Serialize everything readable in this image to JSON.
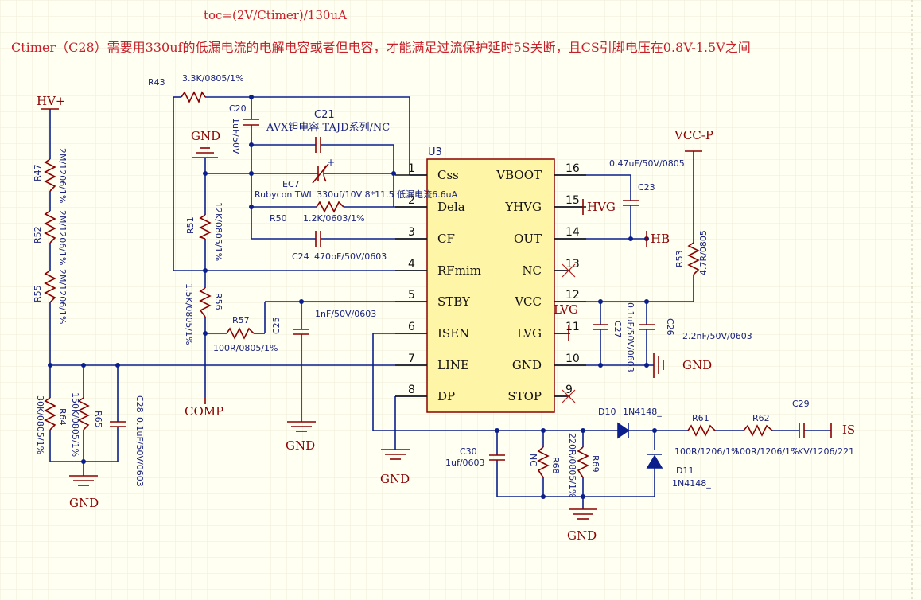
{
  "notes": {
    "formula": "toc=(2V/Ctimer)/130uA",
    "description": "Ctimer（C28）需要用330uf的低漏电流的电解电容或者但电容，才能满足过流保护延时5S关断，且CS引脚电压在0.8V-1.5V之间"
  },
  "ic": {
    "ref": "U3",
    "left_pins": [
      {
        "num": "1",
        "name": "Css"
      },
      {
        "num": "2",
        "name": "Dela"
      },
      {
        "num": "3",
        "name": "CF"
      },
      {
        "num": "4",
        "name": "RFmim"
      },
      {
        "num": "5",
        "name": "STBY"
      },
      {
        "num": "6",
        "name": "ISEN"
      },
      {
        "num": "7",
        "name": "LINE"
      },
      {
        "num": "8",
        "name": "DP"
      }
    ],
    "right_pins": [
      {
        "num": "16",
        "name": "VBOOT"
      },
      {
        "num": "15",
        "name": "YHVG"
      },
      {
        "num": "14",
        "name": "OUT"
      },
      {
        "num": "13",
        "name": "NC"
      },
      {
        "num": "12",
        "name": "VCC"
      },
      {
        "num": "11",
        "name": "LVG"
      },
      {
        "num": "10",
        "name": "GND"
      },
      {
        "num": "9",
        "name": "STOP"
      }
    ]
  },
  "nets": {
    "hv": "HV+",
    "gnd": "GND",
    "comp": "COMP",
    "vccp": "VCC-P",
    "hvg": "HVG",
    "hb": "HB",
    "lvg": "LVG",
    "is": "IS"
  },
  "components": {
    "r43": {
      "ref": "R43",
      "value": "3.3K/0805/1%"
    },
    "c20": {
      "ref": "C20",
      "value": "1uF/50V"
    },
    "c21": {
      "ref": "C21",
      "value": "AVX钽电容 TAJD系列/NC"
    },
    "ec7": {
      "ref": "EC7",
      "value": "Rubycon TWL 330uf/10V  8*11.5 低漏电流6.6uA",
      "polarity": "+"
    },
    "r50": {
      "ref": "R50",
      "value": "1.2K/0603/1%"
    },
    "c24": {
      "ref": "C24",
      "value": "470pF/50V/0603"
    },
    "r51": {
      "ref": "R51",
      "value": "12K/0805/1%"
    },
    "r56": {
      "ref": "R56",
      "value": "1.5K/0805/1%"
    },
    "r57": {
      "ref": "R57",
      "value": "100R/0805/1%"
    },
    "c25": {
      "ref": "C25",
      "value": "1nF/50V/0603"
    },
    "r47": {
      "ref": "R47",
      "value": "2M/1206/1%"
    },
    "r52": {
      "ref": "R52",
      "value": "2M/1206/1%"
    },
    "r55": {
      "ref": "R55",
      "value": "2M/1206/1%"
    },
    "r64": {
      "ref": "R64",
      "value": "30K/0805/1%"
    },
    "r65": {
      "ref": "R65",
      "value": "150K/0805/1%"
    },
    "c28": {
      "ref": "C28",
      "value": "0.1uF/50V/0603"
    },
    "c23": {
      "ref": "C23",
      "value": "0.47uF/50V/0805"
    },
    "r53": {
      "ref": "R53",
      "value": "4.7R/0805"
    },
    "c27": {
      "ref": "C27",
      "value": "0.1uF/50V/0603"
    },
    "c26": {
      "ref": "C26",
      "value": "2.2nF/50V/0603"
    },
    "d10": {
      "ref": "D10",
      "value": "1N4148_"
    },
    "d11": {
      "ref": "D11",
      "value": "1N4148_"
    },
    "r61": {
      "ref": "R61",
      "value": "100R/1206/1%"
    },
    "r62": {
      "ref": "R62",
      "value": "100R/1206/1%"
    },
    "c29": {
      "ref": "C29",
      "value": "1KV/1206/221"
    },
    "c30": {
      "ref": "C30",
      "value": "1uf/0603"
    },
    "r68": {
      "ref": "R68",
      "value": "NC"
    },
    "r69": {
      "ref": "R69",
      "value": "220R/0805/1%"
    }
  },
  "colors": {
    "background": "#fffff2",
    "wire": "#0b1f8c",
    "part": "#8b0000",
    "note": "#c8202a",
    "ic_fill": "#fff5a6"
  }
}
